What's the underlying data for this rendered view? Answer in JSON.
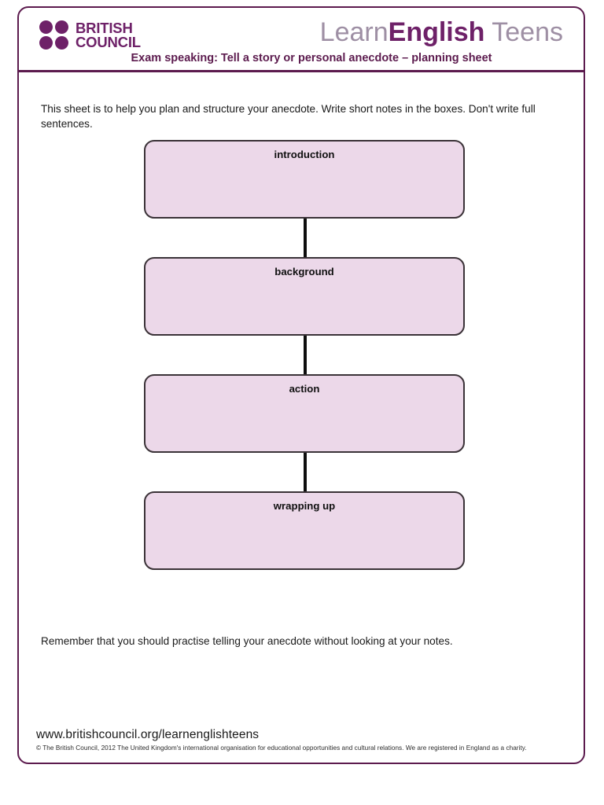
{
  "header": {
    "brand": {
      "line1": "BRITISH",
      "line2": "COUNCIL",
      "dot_color": "#6e2168"
    },
    "product_logo": {
      "part1": "Learn",
      "part2": "English",
      "part3": " Teens",
      "accent_color": "#6e2168",
      "muted_color": "#9e8fa4"
    },
    "subtitle": "Exam speaking: Tell a story or personal anecdote – planning sheet",
    "border_color": "#5c1b4e"
  },
  "main": {
    "intro": "This sheet is to help you plan and structure your anecdote. Write short notes in the boxes. Don't write full sentences.",
    "boxes": [
      {
        "label": "introduction"
      },
      {
        "label": "background"
      },
      {
        "label": "action"
      },
      {
        "label": "wrapping up"
      }
    ],
    "box_fill": "#ecd8e9",
    "box_border": "#3a3237",
    "connector_color": "#0d0d0d",
    "remember": "Remember that you should practise telling your anecdote without looking at your notes."
  },
  "footer": {
    "url": "www.britishcouncil.org/learnenglishteens",
    "copyright": "© The British Council, 2012 The United Kingdom's international organisation for educational opportunities and cultural relations. We are registered in England as a charity."
  }
}
